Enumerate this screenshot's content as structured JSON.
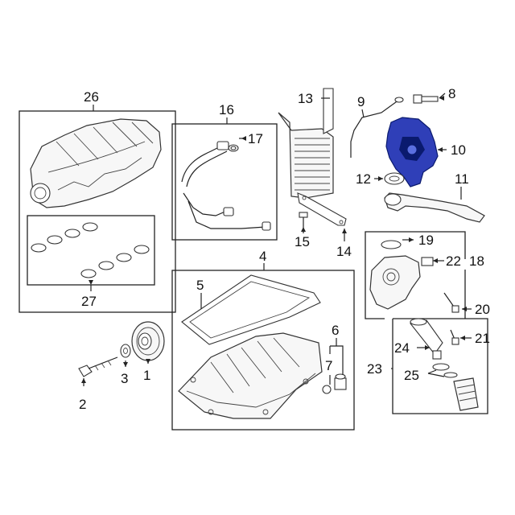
{
  "callouts": {
    "c1": "1",
    "c2": "2",
    "c3": "3",
    "c4": "4",
    "c5": "5",
    "c6": "6",
    "c7": "7",
    "c8": "8",
    "c9": "9",
    "c10": "10",
    "c11": "11",
    "c12": "12",
    "c13": "13",
    "c14": "14",
    "c15": "15",
    "c16": "16",
    "c17": "17",
    "c18": "18",
    "c19": "19",
    "c20": "20",
    "c21": "21",
    "c22": "22",
    "c23": "23",
    "c24": "24",
    "c25": "25",
    "c26": "26",
    "c27": "27"
  },
  "colors": {
    "highlight_part": "#2f3fb8",
    "highlight_shadow": "#0a1a6e",
    "line": "#222222"
  }
}
